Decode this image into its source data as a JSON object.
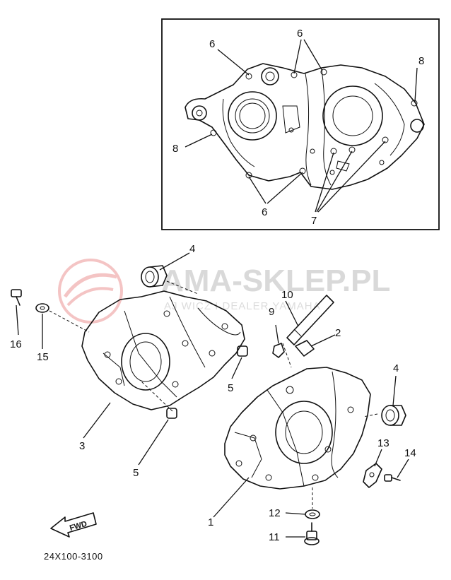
{
  "watermark": {
    "main": "AMA-SKLEP.PL",
    "sub": "AJ WICZ I DEALER YAMAHA"
  },
  "inset_callouts": {
    "six_top_left": "6",
    "six_top_right": "6",
    "eight_right": "8",
    "eight_left": "8",
    "six_bottom": "6",
    "seven_bottom": "7"
  },
  "callouts": {
    "c1": "1",
    "c2": "2",
    "c3": "3",
    "c4_top": "4",
    "c4_right": "4",
    "c5_upper": "5",
    "c5_lower": "5",
    "c9": "9",
    "c10": "10",
    "c11": "11",
    "c12": "12",
    "c13": "13",
    "c14": "14",
    "c15": "15",
    "c16": "16"
  },
  "fwd_label": "FWD",
  "diagram_code": "24X100-3100"
}
